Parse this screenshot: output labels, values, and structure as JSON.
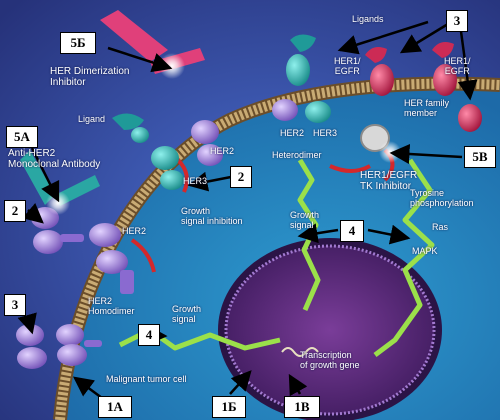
{
  "labels": {
    "ligands": "Ligands",
    "her_dimerization_inhibitor": "HER Dimerization\nInhibitor",
    "ligand": "Ligand",
    "anti_her2_antibody": "Anti-HER2\nMonoclonal Antibody",
    "her2_a": "HER2",
    "her3_a": "HER3",
    "her2_b": "HER2",
    "her3_b": "HER3",
    "heterodimer": "Heterodimer",
    "her1_egfr_a": "HER1/\nEGFR",
    "her1_egfr_b": "HER1/\nEGFR",
    "her_family_member": "HER family\nmember",
    "her1_egfr_tk_inhibitor": "HER1/EGFR\nTK Inhibitor",
    "growth_signal_inhibition": "Growth\nsignal inhibition",
    "growth_signal_top": "Growth\nsignal",
    "tyrosine_phosphorylation": "Tyrosine\nphosphorylation",
    "ras": "Ras",
    "mapk": "MAPK",
    "her2_c": "HER2",
    "her2_homodimer": "HER2\nHomodimer",
    "growth_signal_bottom": "Growth\nsignal",
    "malignant_tumor_cell": "Malignant tumor cell",
    "transcription": "Transcription\nof growth gene"
  },
  "callouts": {
    "c5b_top": "5Б",
    "c3_top": "3",
    "c5a": "5А",
    "c2_left": "2",
    "c2_mid": "2",
    "c5v": "5В",
    "c4_mid": "4",
    "c3_left": "3",
    "c4_bottom": "4",
    "c1a": "1А",
    "c1b": "1Б",
    "c1v": "1В"
  },
  "colors": {
    "background": "#3a56b4",
    "membrane": "#b89a66",
    "nucleus": "#5a2d7a",
    "her2_receptor": "#9a7ad6",
    "her3_receptor": "#2aa7a3",
    "her1_receptor": "#cc2b55",
    "inhibitor_arc": "#d4282b",
    "signal": "#9be04a"
  }
}
